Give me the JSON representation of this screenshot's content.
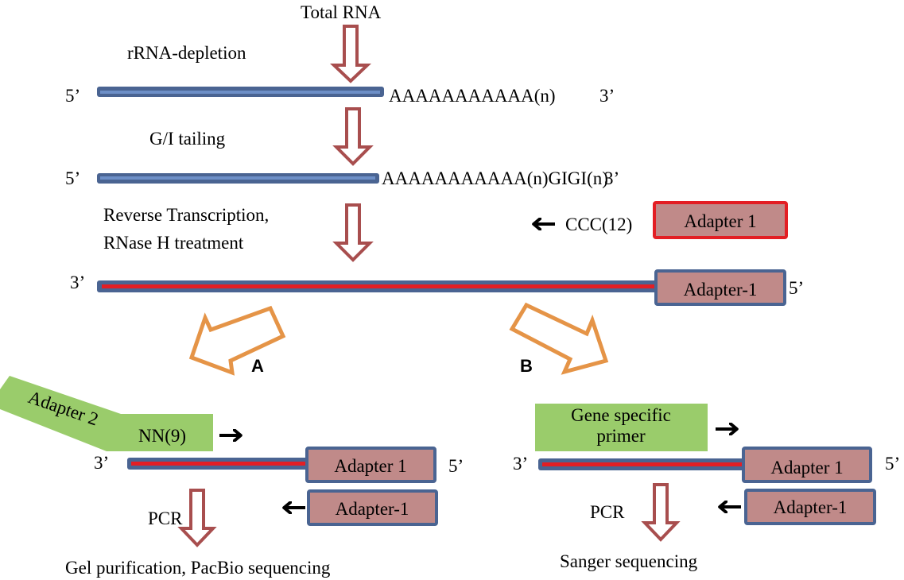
{
  "colors": {
    "strand_outer": "#4a6492",
    "strand_inner_rna": "#6d8fc7",
    "strand_inner_cdna": "#e31e24",
    "down_arrow": "#a84e4e",
    "branch_arrow": "#e59447",
    "adapter_fill": "#c08a89",
    "adapter_border_blue": "#4a6492",
    "adapter_border_red": "#e31e24",
    "primer_green": "#9acc6b",
    "text": "#000000"
  },
  "steps": {
    "total_rna": "Total RNA",
    "rrna_depletion": "rRNA-depletion",
    "gi_tailing": "G/I tailing",
    "reverse_transcription_line1": "Reverse Transcription,",
    "reverse_transcription_line2": "RNase H treatment"
  },
  "strands": {
    "rna1": {
      "left_end": "5’",
      "tail": "AAAAAAAAAAA(n)",
      "right_end": "3’"
    },
    "rna2": {
      "left_end": "5’",
      "tail": "AAAAAAAAAAA(n)GIGI(n)",
      "right_end": "3’"
    },
    "cdna": {
      "left_end": "3’",
      "adapter": "Adapter-1",
      "right_end": "5’"
    }
  },
  "rt_primer": {
    "sequence": "CCC(12)",
    "adapter": "Adapter 1"
  },
  "branches": {
    "a": {
      "label": "A",
      "adapter2": "Adapter 2",
      "random_primer": "NN(9)",
      "strand_left_end": "3’",
      "strand_adapter": "Adapter 1",
      "strand_right_end": "5’",
      "reverse_primer": "Adapter-1",
      "pcr": "PCR",
      "result": "Gel purification, PacBio sequencing"
    },
    "b": {
      "label": "B",
      "gene_primer_line1": "Gene specific",
      "gene_primer_line2": "primer",
      "strand_left_end": "3’",
      "strand_adapter": "Adapter 1",
      "strand_right_end": "5’",
      "reverse_primer": "Adapter-1",
      "pcr": "PCR",
      "result": "Sanger sequencing"
    }
  }
}
